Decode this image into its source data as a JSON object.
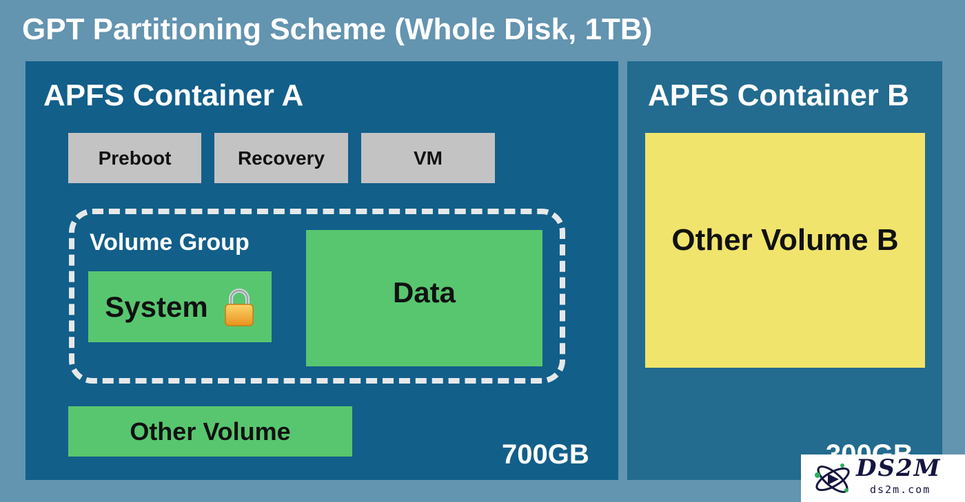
{
  "title": "GPT Partitioning Scheme (Whole Disk, 1TB)",
  "container_a": {
    "title": "APFS Container A",
    "size": "700GB",
    "volumes": [
      "Preboot",
      "Recovery",
      "VM"
    ],
    "volume_group": {
      "label": "Volume Group",
      "system": "System",
      "data": "Data"
    },
    "other_volume": "Other Volume"
  },
  "container_b": {
    "title": "APFS Container B",
    "size": "300GB",
    "other_volume": "Other Volume B"
  },
  "watermark": {
    "brand": "DS2M",
    "site": "ds2m.com"
  },
  "colors": {
    "background": "#6394b0",
    "container_a": "#125f8a",
    "container_b": "#236b8f",
    "gray_volume": "#c3c3c3",
    "green_volume": "#58c66f",
    "yellow_volume": "#f0e46c"
  }
}
